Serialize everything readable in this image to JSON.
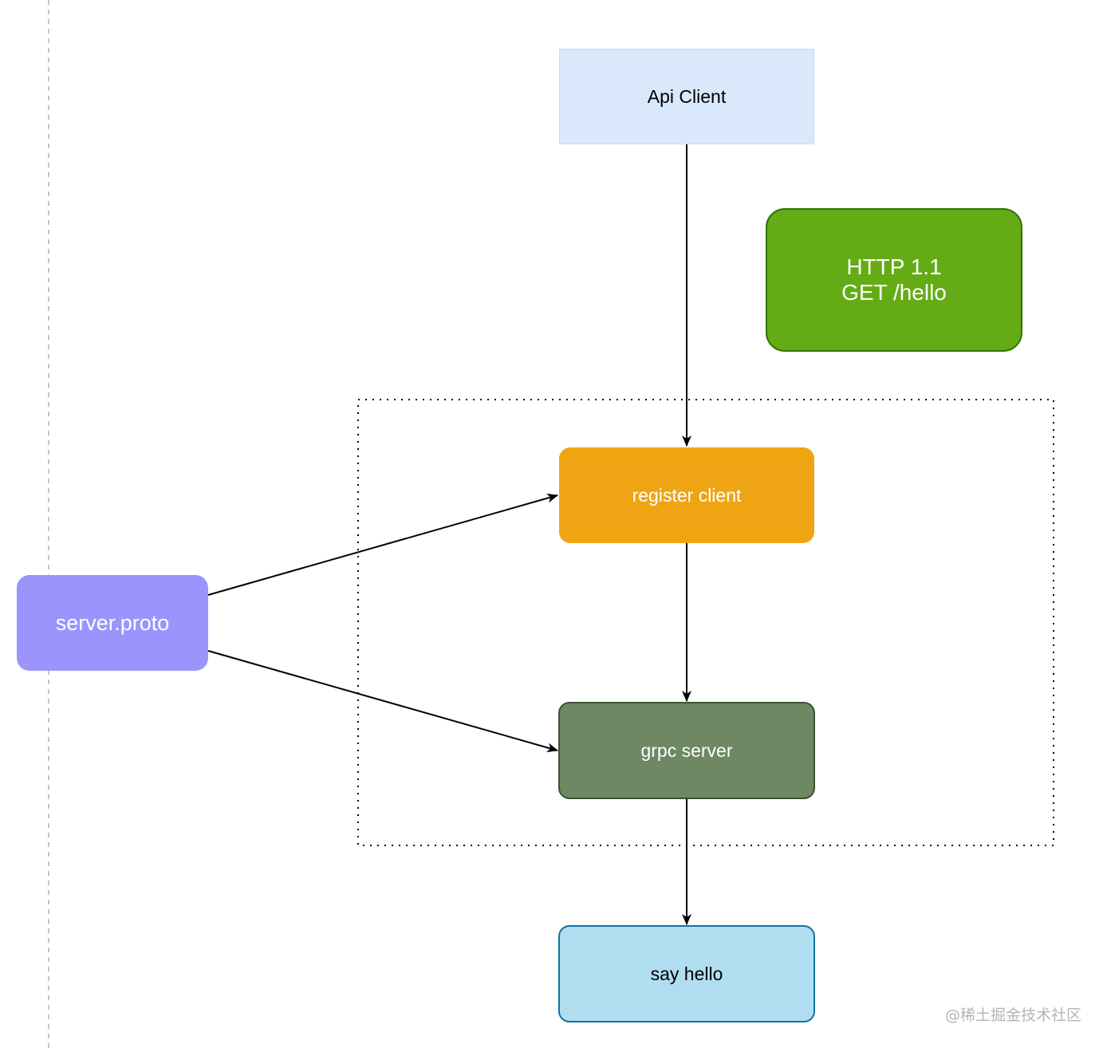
{
  "diagram": {
    "nodes": {
      "api_client": "Api Client",
      "http_request": "HTTP 1.1\nGET /hello",
      "register_client": "register client",
      "grpc_server": "grpc server",
      "say_hello": "say hello",
      "server_proto": "server.proto"
    },
    "edges": [
      {
        "from": "api_client",
        "to": "register_client"
      },
      {
        "from": "register_client",
        "to": "grpc_server"
      },
      {
        "from": "grpc_server",
        "to": "say_hello"
      },
      {
        "from": "server_proto",
        "to": "register_client"
      },
      {
        "from": "server_proto",
        "to": "grpc_server"
      }
    ],
    "colors": {
      "api_client_fill": "#dae8fc",
      "http_fill": "#65ab16",
      "register_client_fill": "#efa513",
      "grpc_server_fill": "#6d8863",
      "say_hello_fill": "#b1ddf0",
      "server_proto_fill": "#9a94fc"
    }
  },
  "watermark": "@稀土掘金技术社区"
}
